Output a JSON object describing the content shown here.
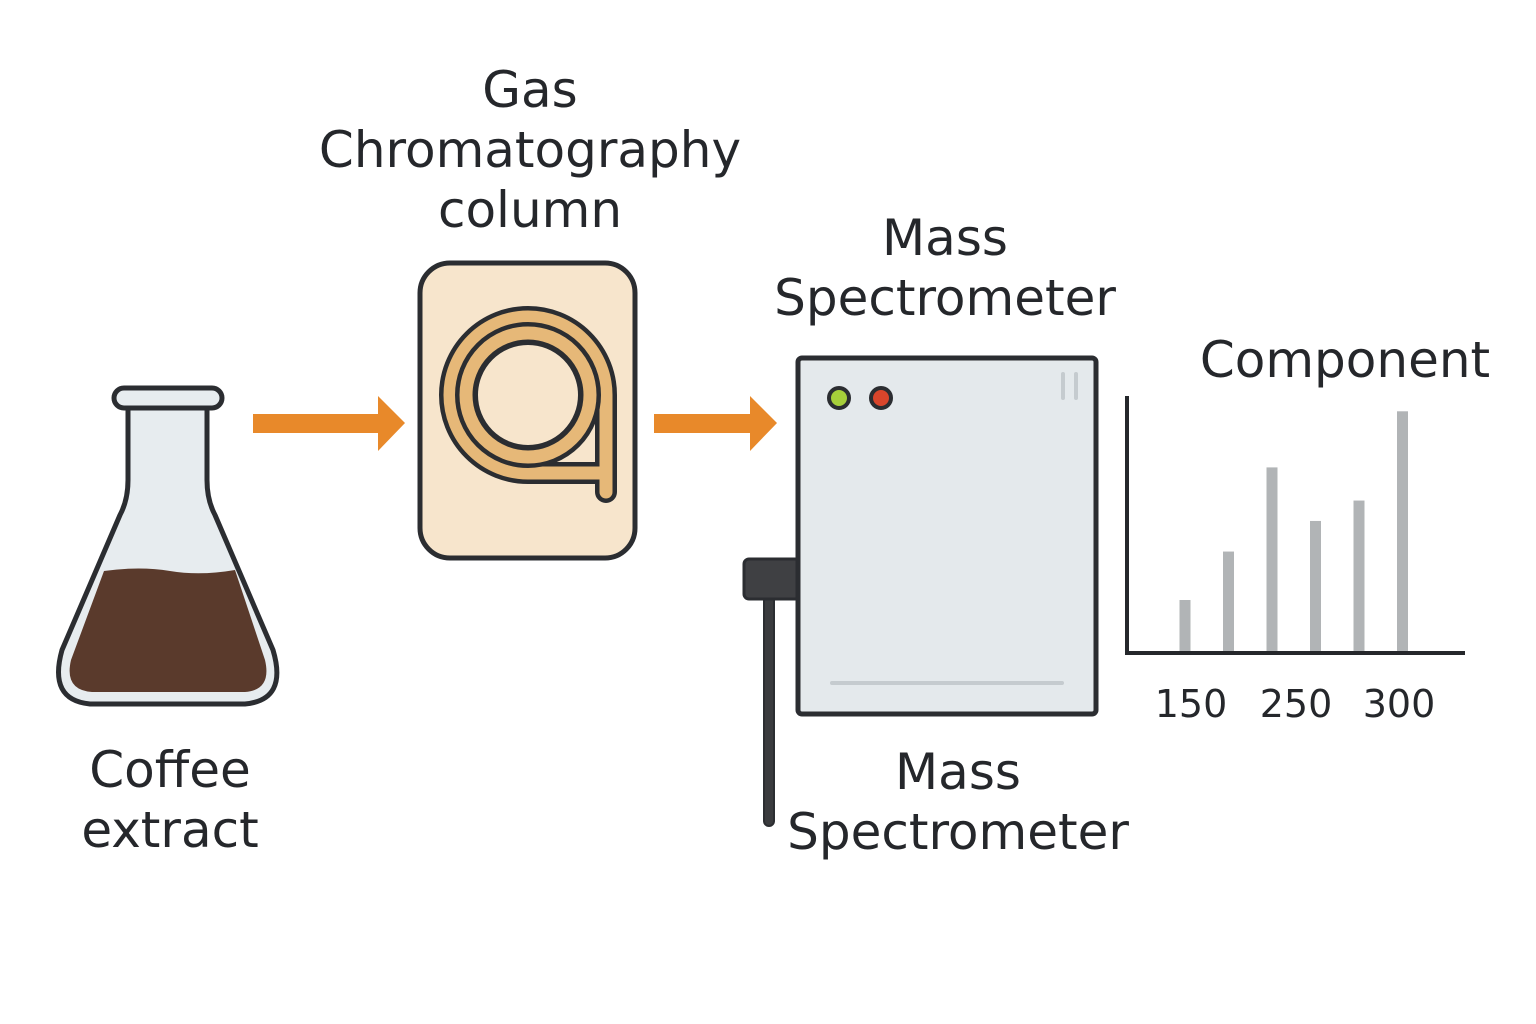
{
  "labels": {
    "coffee_extract": "Coffee\nextract",
    "gc_column": "Gas\nChromatography\ncolumn",
    "mass_spec_top": "Mass\nSpectrometer",
    "mass_spec_bottom": "Mass\nSpectrometer",
    "component": "Component"
  },
  "colors": {
    "arrow": "#e8892a",
    "coffee": "#5a3a2c",
    "glass": "#e7ecef",
    "outline": "#2b2d31",
    "gc_box": "#f7e5cc",
    "coil": "#e6b878",
    "ms_body": "#e4e9ec",
    "led_green": "#a6cf3a",
    "led_red": "#d9452b",
    "bar": "#b1b4b6"
  },
  "chart_data": {
    "type": "bar",
    "title": "Component",
    "xlabel": "",
    "ylabel": "",
    "tick_labels": [
      "150",
      "250",
      "300"
    ],
    "values": [
      0.2,
      0.39,
      0.72,
      0.51,
      0.59,
      0.94
    ],
    "ylim": [
      0,
      1
    ],
    "grid": false
  }
}
